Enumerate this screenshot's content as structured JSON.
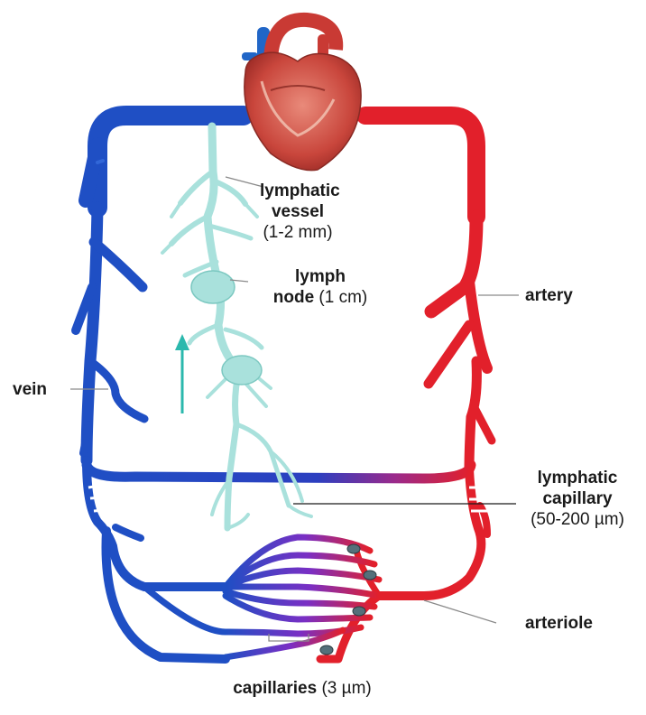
{
  "labels": {
    "lymphatic_vessel": {
      "name_line1": "lymphatic",
      "name_line2": "vessel",
      "size": "(1-2 mm)"
    },
    "lymph_node": {
      "name_line1": "lymph",
      "name_line2": "node",
      "size": "(1 cm)"
    },
    "artery": {
      "name": "artery"
    },
    "vein": {
      "name": "vein"
    },
    "lymphatic_capillary": {
      "name_line1": "lymphatic",
      "name_line2": "capillary",
      "size": "(50-200 µm)"
    },
    "arteriole": {
      "name": "arteriole"
    },
    "capillaries": {
      "name": "capillaries",
      "size": "(3 µm)"
    }
  },
  "colors": {
    "vein": "#1f4fc4",
    "vein_light": "#3f78e6",
    "artery": "#e2202b",
    "artery_light": "#f35a5f",
    "lymph": "#a9e1dc",
    "lymph_edge": "#7cc8c1",
    "flow_arrow": "#2bb8ad",
    "leader": "#8a8a8a",
    "text": "#1a1a1a"
  },
  "icons": {
    "heart": "heart-icon",
    "flow_arrow": "arrow-up-icon"
  }
}
